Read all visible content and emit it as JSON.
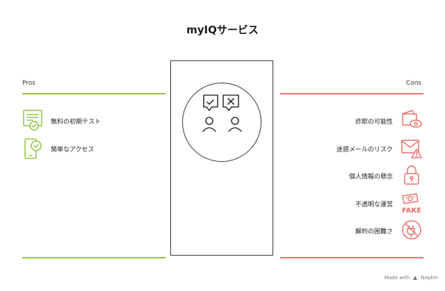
{
  "title": "myIQサービス",
  "pros": {
    "label": "Pros",
    "items": [
      {
        "text": "無料の初期テスト",
        "icon": "certificate-check-icon"
      },
      {
        "text": "簡単なアクセス",
        "icon": "phone-check-icon"
      }
    ]
  },
  "cons": {
    "label": "Cons",
    "items": [
      {
        "text": "詐欺の可能性",
        "icon": "wallet-eye-icon"
      },
      {
        "text": "迷惑メールのリスク",
        "icon": "mail-warning-icon"
      },
      {
        "text": "個人情報の懸念",
        "icon": "padlock-icon"
      },
      {
        "text": "不透明な運営",
        "icon": "fake-money-icon"
      },
      {
        "text": "解約の困難さ",
        "icon": "no-plug-icon"
      }
    ]
  },
  "center_icon": "comparison-check-cross-icon",
  "footer": {
    "made_with": "Made with",
    "brand": "Napkin"
  },
  "colors": {
    "pros": "#8cc63f",
    "cons": "#e9706c",
    "stroke": "#333333"
  }
}
